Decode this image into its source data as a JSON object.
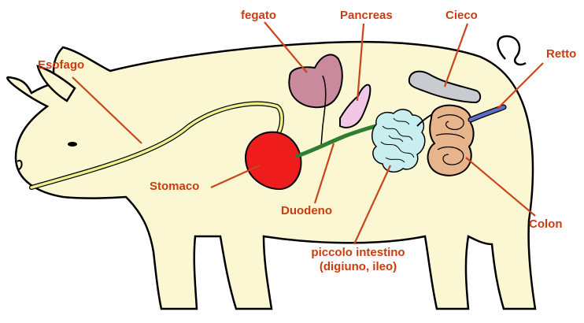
{
  "labels": {
    "esofago": "Esofago",
    "fegato": "fegato",
    "pancreas": "Pancreas",
    "cieco": "Cieco",
    "retto": "Retto",
    "stomaco": "Stomaco",
    "duodeno": "Duodeno",
    "colon": "Colon",
    "piccolo_intestino_line1": "piccolo intestino",
    "piccolo_intestino_line2": "(digiuno, ileo)"
  },
  "colors": {
    "label_text": "#c83c0f",
    "leader_line": "#c8471a",
    "body_fill": "#fbf7d2",
    "outline": "#000000",
    "esophagus": "#eef08a",
    "stomach": "#ee1c1c",
    "liver": "#c88a9c",
    "pancreas": "#f2c6e6",
    "duodenum": "#2f7d2f",
    "small_intestine": "#c8eef0",
    "cecum": "#c8cbd0",
    "colon": "#e8b48c",
    "rectum": "#5a6fc8"
  }
}
